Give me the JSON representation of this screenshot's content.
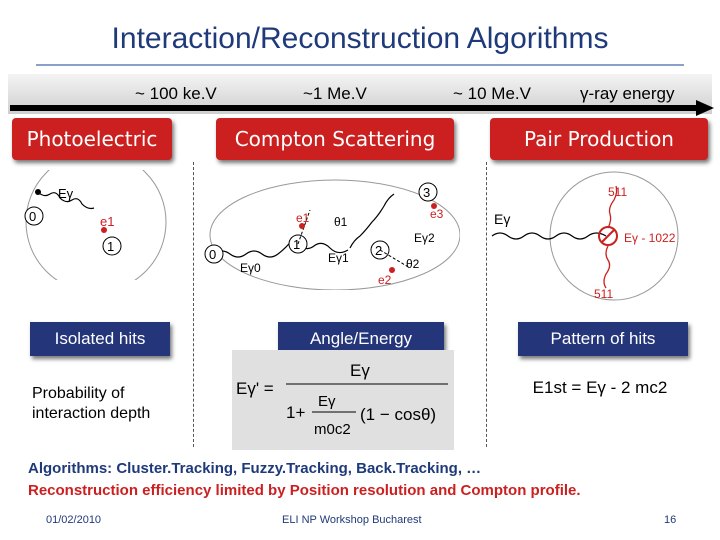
{
  "slide": {
    "title": "Interaction/Reconstruction Algorithms",
    "energy_scale": {
      "ticks": [
        "~ 100 ke.V",
        "~1 Me.V",
        "~ 10 Me.V"
      ],
      "axis_label": "γ-ray energy"
    },
    "processes": [
      {
        "name": "Photoelectric",
        "method": "Isolated hits",
        "note": "Probability of interaction depth"
      },
      {
        "name": "Compton Scattering",
        "method": "Angle/Energy"
      },
      {
        "name": "Pair Production",
        "method": "Pattern of hits",
        "energy_relation": "E1st = Eγ - 2 mc2"
      }
    ],
    "diagram_labels": {
      "photo": {
        "nodes": [
          "0",
          "1"
        ],
        "photon": "Eγ",
        "electron": "e1"
      },
      "compton": {
        "nodes": [
          "0",
          "1",
          "2",
          "3"
        ],
        "photon_in": "Eγ0",
        "photon_1": "Eγ1",
        "photon_2": "Eγ2",
        "electrons": [
          "e1",
          "e2",
          "e3"
        ],
        "angles": [
          "θ1",
          "θ2"
        ]
      },
      "pair": {
        "photon": "Eγ",
        "annihilation": "511",
        "positron": "Eγ - 1022"
      }
    },
    "formula": {
      "lhs": "Eγ' =",
      "num": "Eγ",
      "den_one": "1+",
      "den_num": "Eγ",
      "den_den": "m0c2",
      "factor": "(1 − cosθ)"
    },
    "algorithms_text": "Algorithms: Cluster.Tracking, Fuzzy.Tracking, Back.Tracking, …",
    "reconstruction_text": "Reconstruction efficiency limited by Position resolution and Compton profile.",
    "footer": {
      "date": "01/02/2010",
      "event": "ELI NP Workshop Bucharest",
      "page": "16"
    }
  },
  "colors": {
    "title": "#1f3a7a",
    "accent_red": "#cc2020",
    "box_blue": "#24357a"
  }
}
